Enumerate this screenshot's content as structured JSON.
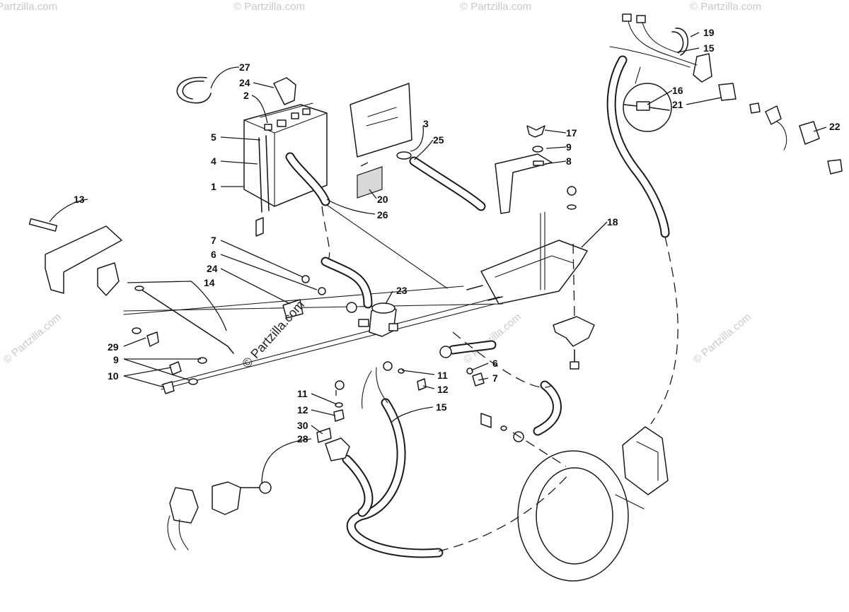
{
  "watermark": {
    "main": "© Partzilla.com",
    "tile": "© Partzilla.com"
  },
  "callouts": {
    "c1": "1",
    "c2": "2",
    "c3": "3",
    "c4": "4",
    "c5": "5",
    "c6a": "6",
    "c6b": "6",
    "c7a": "7",
    "c7b": "7",
    "c8": "8",
    "c9a": "9",
    "c9b": "9",
    "c10": "10",
    "c11a": "11",
    "c11b": "11",
    "c12a": "12",
    "c12b": "12",
    "c13": "13",
    "c14": "14",
    "c15a": "15",
    "c15b": "15",
    "c16": "16",
    "c17": "17",
    "c18": "18",
    "c19": "19",
    "c20": "20",
    "c21": "21",
    "c22": "22",
    "c23": "23",
    "c24a": "24",
    "c24b": "24",
    "c25": "25",
    "c26": "26",
    "c27": "27",
    "c28": "28",
    "c29": "29",
    "c30": "30"
  }
}
